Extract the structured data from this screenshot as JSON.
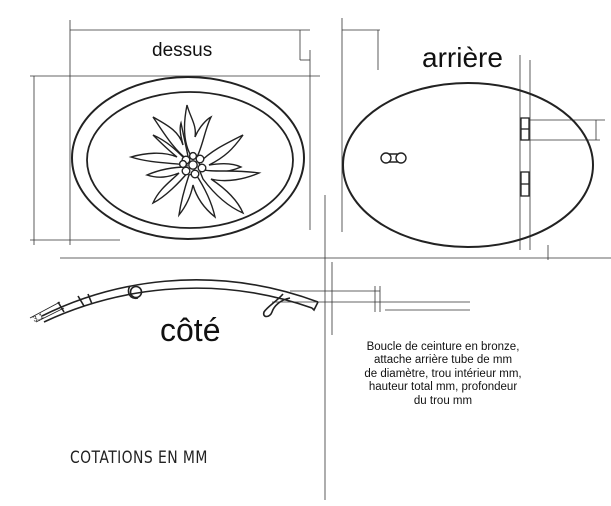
{
  "views": {
    "top": "dessus",
    "back": "arrière",
    "side": "côté"
  },
  "description": [
    "Boucle de ceinture en bronze,",
    "attache arrière   tube de   mm",
    "de diamètre, trou intérieur   mm,",
    "hauteur total   mm, profondeur",
    "du trou   mm"
  ],
  "units_note": "COTATIONS EN MM",
  "dimension_mark": "3,1",
  "colors": {
    "ink": "#222222",
    "paper": "#ffffff"
  },
  "icons": [
    "edelweiss-flower-icon",
    "pin-icon"
  ]
}
